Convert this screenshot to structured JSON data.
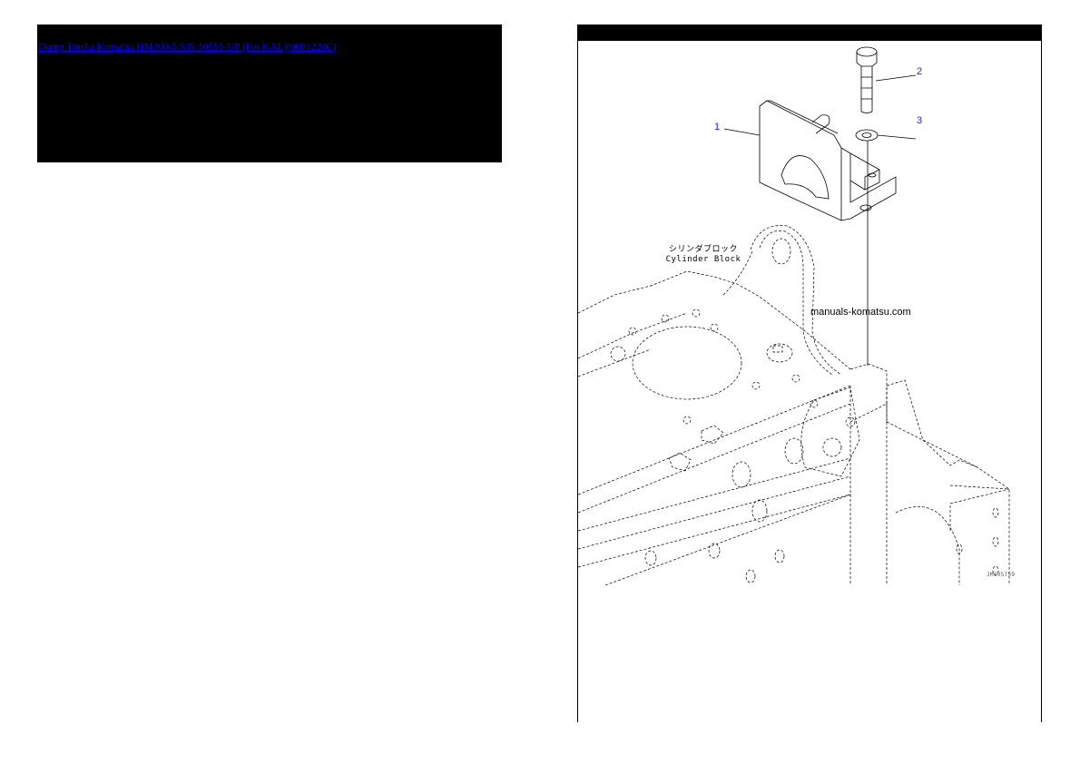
{
  "header": {
    "title_link": "Dump Trucks Komatsu HM300-5 S/N 10555-UP (For KAL)(0001224C)"
  },
  "figure": {
    "callouts": [
      {
        "number": "1"
      },
      {
        "number": "2"
      },
      {
        "number": "3"
      }
    ],
    "part_label_jp": "シリンダブロック",
    "part_label_en": "Cylinder Block",
    "watermark": "manuals-komatsu.com",
    "figure_id": "JM005759",
    "colors": {
      "callout": "#1a1aff",
      "link": "#0000ff",
      "header_bar": "#000000"
    }
  }
}
